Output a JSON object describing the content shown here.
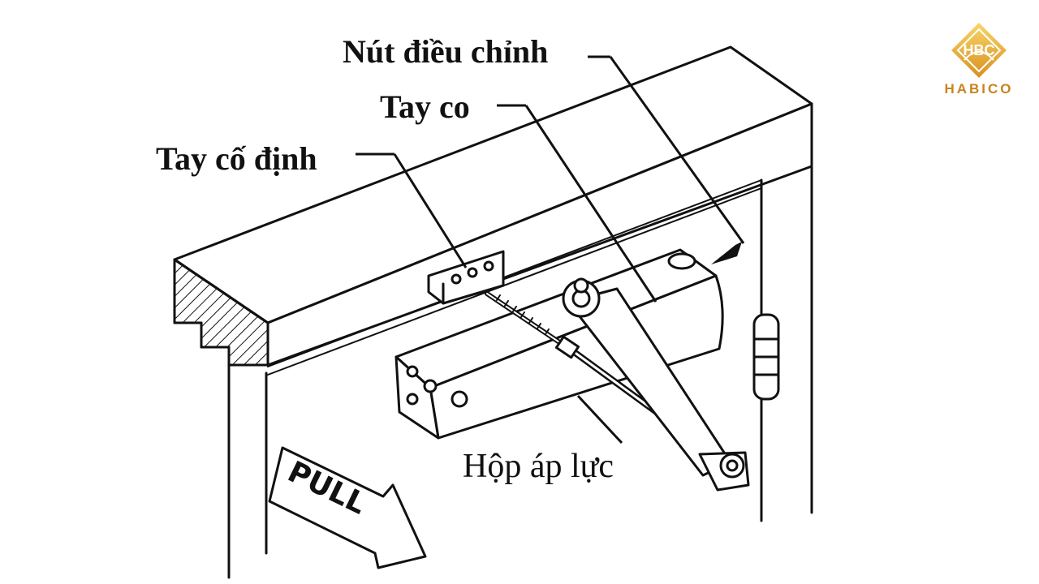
{
  "labels": {
    "adjust_knob": "Nút điều chỉnh",
    "arm": "Tay co",
    "fixed_arm": "Tay cố định",
    "pressure_box": "Hộp áp lực"
  },
  "sign": {
    "text": "PULL"
  },
  "logo": {
    "name": "HABICO",
    "mark": "HBC"
  },
  "colors": {
    "line": "#111111",
    "logo": "#c8841c",
    "logo_light": "#f2c04a"
  }
}
